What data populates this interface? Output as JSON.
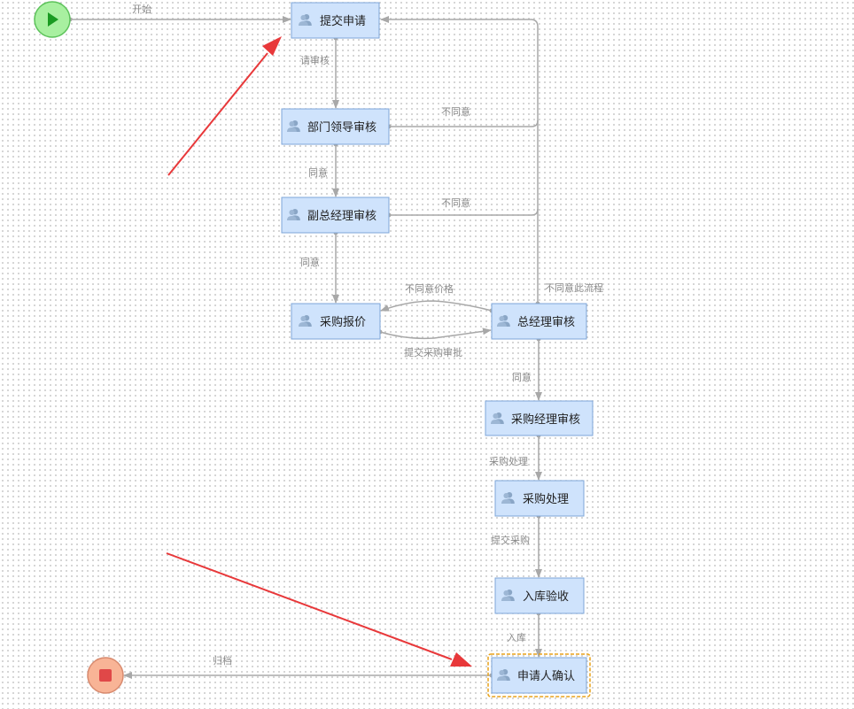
{
  "colors": {
    "node_fill": "#cfe3fc",
    "node_stroke": "#7ea6d8",
    "edge": "#a8a8a8",
    "start_fill": "#a8f0a0",
    "start_stroke": "#5cc25a",
    "start_icon": "#1a9b22",
    "end_fill": "#f8b496",
    "end_stroke": "#d88a6e",
    "end_icon": "#e04848",
    "selected_outline": "#e8a21a",
    "annotation_arrow": "#e8383a"
  },
  "icons": {
    "task": "user-group-icon",
    "start": "play-icon",
    "end": "stop-icon"
  },
  "nodes": {
    "submit": "提交申请",
    "dept_review": "部门领导审核",
    "vp_review": "副总经理审核",
    "quote": "采购报价",
    "gm_review": "总经理审核",
    "pm_review": "采购经理审核",
    "processing": "采购处理",
    "stock_in": "入库验收",
    "confirm": "申请人确认"
  },
  "edges": {
    "start": "开始",
    "request_review": "请审核",
    "agree_1": "同意",
    "disagree_1": "不同意",
    "disagree_2": "不同意",
    "agree_2": "同意",
    "disagree_price": "不同意价格",
    "disagree_flow": "不同意此流程",
    "submit_approval": "提交采购审批",
    "agree_3": "同意",
    "purchase_handle": "采购处理",
    "submit_purchase": "提交采购",
    "stock": "入库",
    "archive": "归档"
  }
}
